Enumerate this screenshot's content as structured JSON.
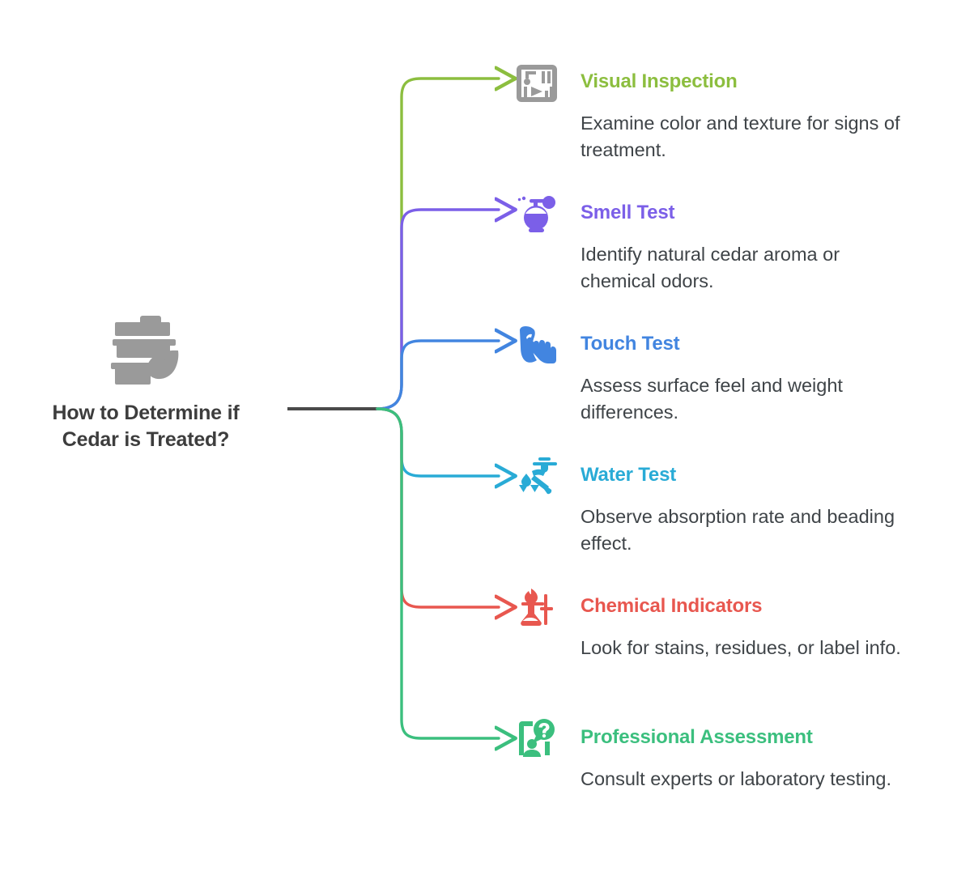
{
  "diagram": {
    "type": "mind-map",
    "root": {
      "title": "How to Determine if Cedar is Treated?",
      "icon": "stacked-wood-planks-leaf-icon",
      "icon_color": "#9a9a9a",
      "title_color": "#3d3d3d"
    },
    "stem_color": "#4a4a4a",
    "branches": [
      {
        "title": "Visual Inspection",
        "description": "Examine color and texture for signs of treatment.",
        "color": "#8CBE3F",
        "icon": "inspection-grid-icon",
        "icon_color": "#9a9a9a"
      },
      {
        "title": "Smell Test",
        "description": "Identify natural cedar aroma or chemical odors.",
        "color": "#7B5FE8",
        "icon": "perfume-atomizer-icon",
        "icon_color": "#7B5FE8"
      },
      {
        "title": "Touch Test",
        "description": "Assess surface feel and weight differences.",
        "color": "#4285E0",
        "icon": "hand-touch-icon",
        "icon_color": "#4285E0"
      },
      {
        "title": "Water Test",
        "description": "Observe absorption rate and beading effect.",
        "color": "#29ABD6",
        "icon": "watering-droplets-icon",
        "icon_color": "#29ABD6"
      },
      {
        "title": "Chemical Indicators",
        "description": "Look for stains, residues, or label info.",
        "color": "#E8574F",
        "icon": "burning-flask-icon",
        "icon_color": "#E8574F"
      },
      {
        "title": "Professional Assessment",
        "description": "Consult experts or laboratory testing.",
        "color": "#3BBF7E",
        "icon": "person-question-bubble-icon",
        "icon_color": "#3BBF7E"
      }
    ]
  }
}
